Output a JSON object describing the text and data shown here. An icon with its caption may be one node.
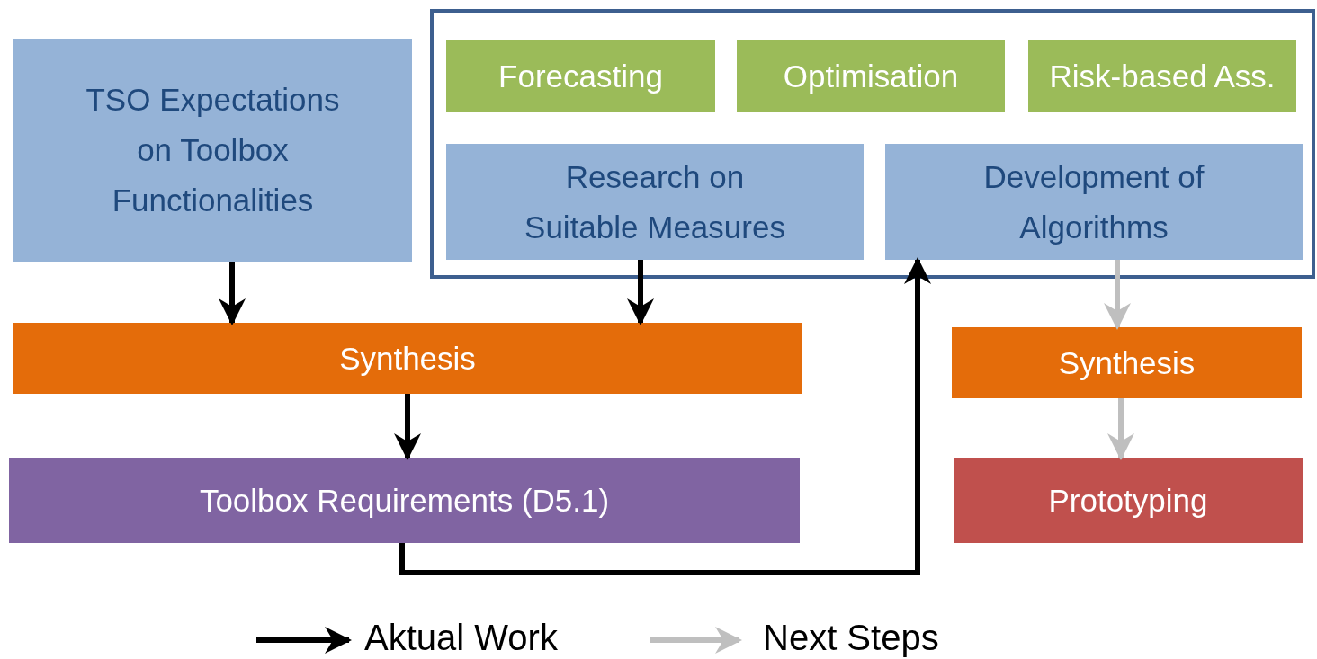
{
  "diagram": {
    "nodes": [
      {
        "text": [
          "TSO Expectations on Toolbox Functionalities"
        ]
      },
      {
        "text": [],
        "shape": "box"
      },
      {
        "text": [
          "Forecasting"
        ],
        "in": 1
      },
      {
        "text": [
          "Optimisation"
        ],
        "in": 1
      },
      {
        "text": [
          "Risk-based Ass."
        ],
        "in": 1
      },
      {
        "text": [
          "Research on Suitable Measures"
        ],
        "in": 1
      },
      {
        "text": [
          "Development of Algorithms"
        ],
        "in": 1
      },
      {
        "text": [
          "Synthesis"
        ]
      },
      {
        "text": [
          "Toolbox Requirements (D5.1)"
        ]
      },
      {
        "text": [
          "Synthesis"
        ]
      },
      {
        "text": [
          "Prototyping"
        ]
      }
    ],
    "edges": [
      {
        "from": 0,
        "to": 7,
        "arrow": "to"
      },
      {
        "from": 5,
        "to": 7,
        "arrow": "to"
      },
      {
        "from": 7,
        "to": 8,
        "arrow": "to"
      },
      {
        "from": 8,
        "to": 6,
        "arrow": "to"
      },
      {
        "from": 6,
        "to": 9,
        "arrow": "to",
        "color": "#bfbfbf"
      },
      {
        "from": 9,
        "to": 10,
        "arrow": "to",
        "color": "#bfbfbf"
      }
    ],
    "legend": [
      {
        "text": "Aktual Work"
      },
      {
        "text": "Next Steps"
      }
    ]
  }
}
